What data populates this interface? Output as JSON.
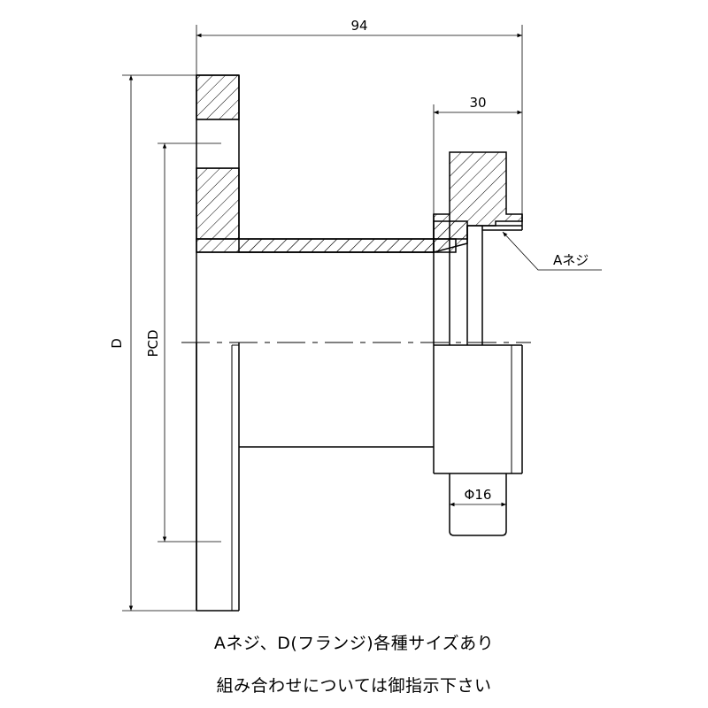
{
  "dimensions": {
    "overall_length": "94",
    "nut_length": "30",
    "flange_diameter": "D",
    "pcd": "PCD",
    "tube_diameter": "Φ16",
    "thread": "Aネジ"
  },
  "notes": {
    "line1": "Aネジ、D(フランジ)各種サイズあり",
    "line2": "組み合わせについては御指示下さい"
  }
}
